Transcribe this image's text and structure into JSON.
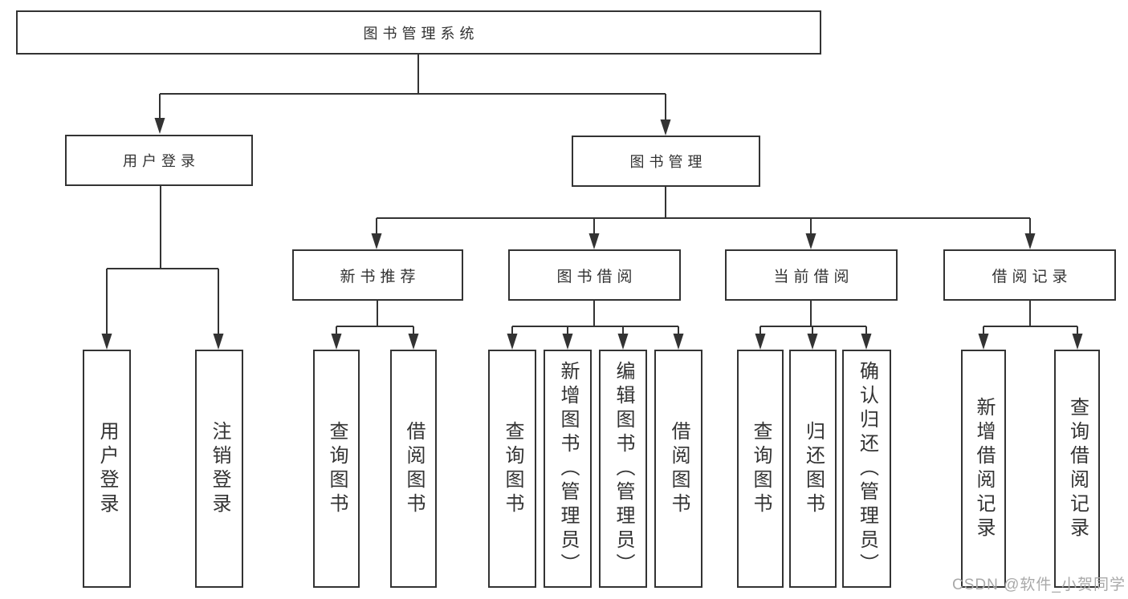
{
  "tree": {
    "label": "图书管理系统",
    "children": [
      {
        "label": "用户登录",
        "children": [
          {
            "label": "用户登录"
          },
          {
            "label": "注销登录"
          }
        ]
      },
      {
        "label": "图书管理",
        "children": [
          {
            "label": "新书推荐",
            "children": [
              {
                "label": "查询图书"
              },
              {
                "label": "借阅图书"
              }
            ]
          },
          {
            "label": "图书借阅",
            "children": [
              {
                "label": "查询图书"
              },
              {
                "label": "新增图书（管理员）"
              },
              {
                "label": "编辑图书（管理员）"
              },
              {
                "label": "借阅图书"
              }
            ]
          },
          {
            "label": "当前借阅",
            "children": [
              {
                "label": "查询图书"
              },
              {
                "label": "归还图书"
              },
              {
                "label": "确认归还（管理员）"
              }
            ]
          },
          {
            "label": "借阅记录",
            "children": [
              {
                "label": "新增借阅记录"
              },
              {
                "label": "查询借阅记录"
              }
            ]
          }
        ]
      }
    ]
  },
  "watermark": {
    "text": "CSDN @软件_小贺同学"
  },
  "colors": {
    "line": "#333333",
    "box_border": "#333333",
    "text": "#333333",
    "box_background": "#ffffff",
    "page_background": "#ffffff",
    "watermark": "#a9a9a9"
  }
}
